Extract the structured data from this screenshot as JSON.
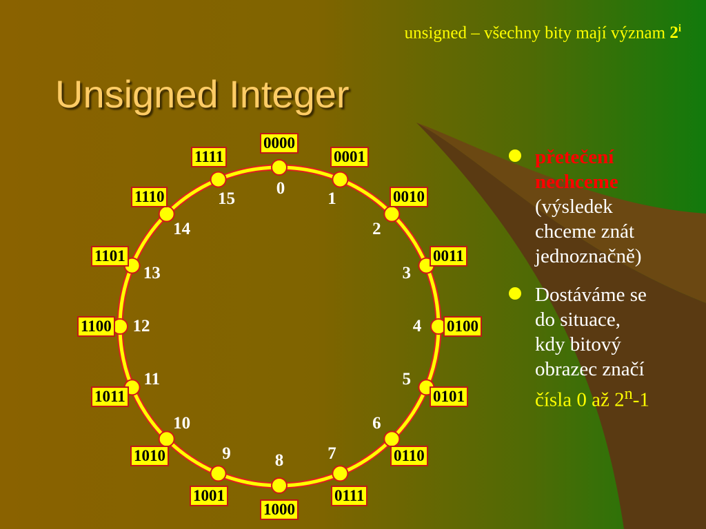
{
  "subtitle": {
    "text": "unsigned – všechny bity mají význam ",
    "base": "2",
    "exp": "i"
  },
  "title": "Unsigned Integer",
  "wheel": {
    "codes": [
      "0000",
      "0001",
      "0010",
      "0011",
      "0100",
      "0101",
      "0110",
      "0111",
      "1000",
      "1001",
      "1010",
      "1011",
      "1100",
      "1101",
      "1110",
      "1111"
    ],
    "numbers": [
      "0",
      "1",
      "2",
      "3",
      "4",
      "5",
      "6",
      "7",
      "8",
      "9",
      "10",
      "11",
      "12",
      "13",
      "14",
      "15"
    ]
  },
  "bullets": {
    "b1_red_1": "přetečení",
    "b1_red_2": "nechceme",
    "b1_l3": "(výsledek",
    "b1_l4": "chceme znát",
    "b1_l5": "jednoznačně)",
    "b2_l1": "Dostáváme se",
    "b2_l2": "do situace,",
    "b2_l3": "kdy bitový",
    "b2_l4": "obrazec značí",
    "b2_l5_text": "čísla 0 až 2",
    "b2_l5_exp": "n",
    "b2_l5_tail": "-1"
  },
  "colors": {
    "accent": "#ffff00",
    "title": "#ffcc66",
    "warn": "#ff0000",
    "border": "#c01818"
  }
}
